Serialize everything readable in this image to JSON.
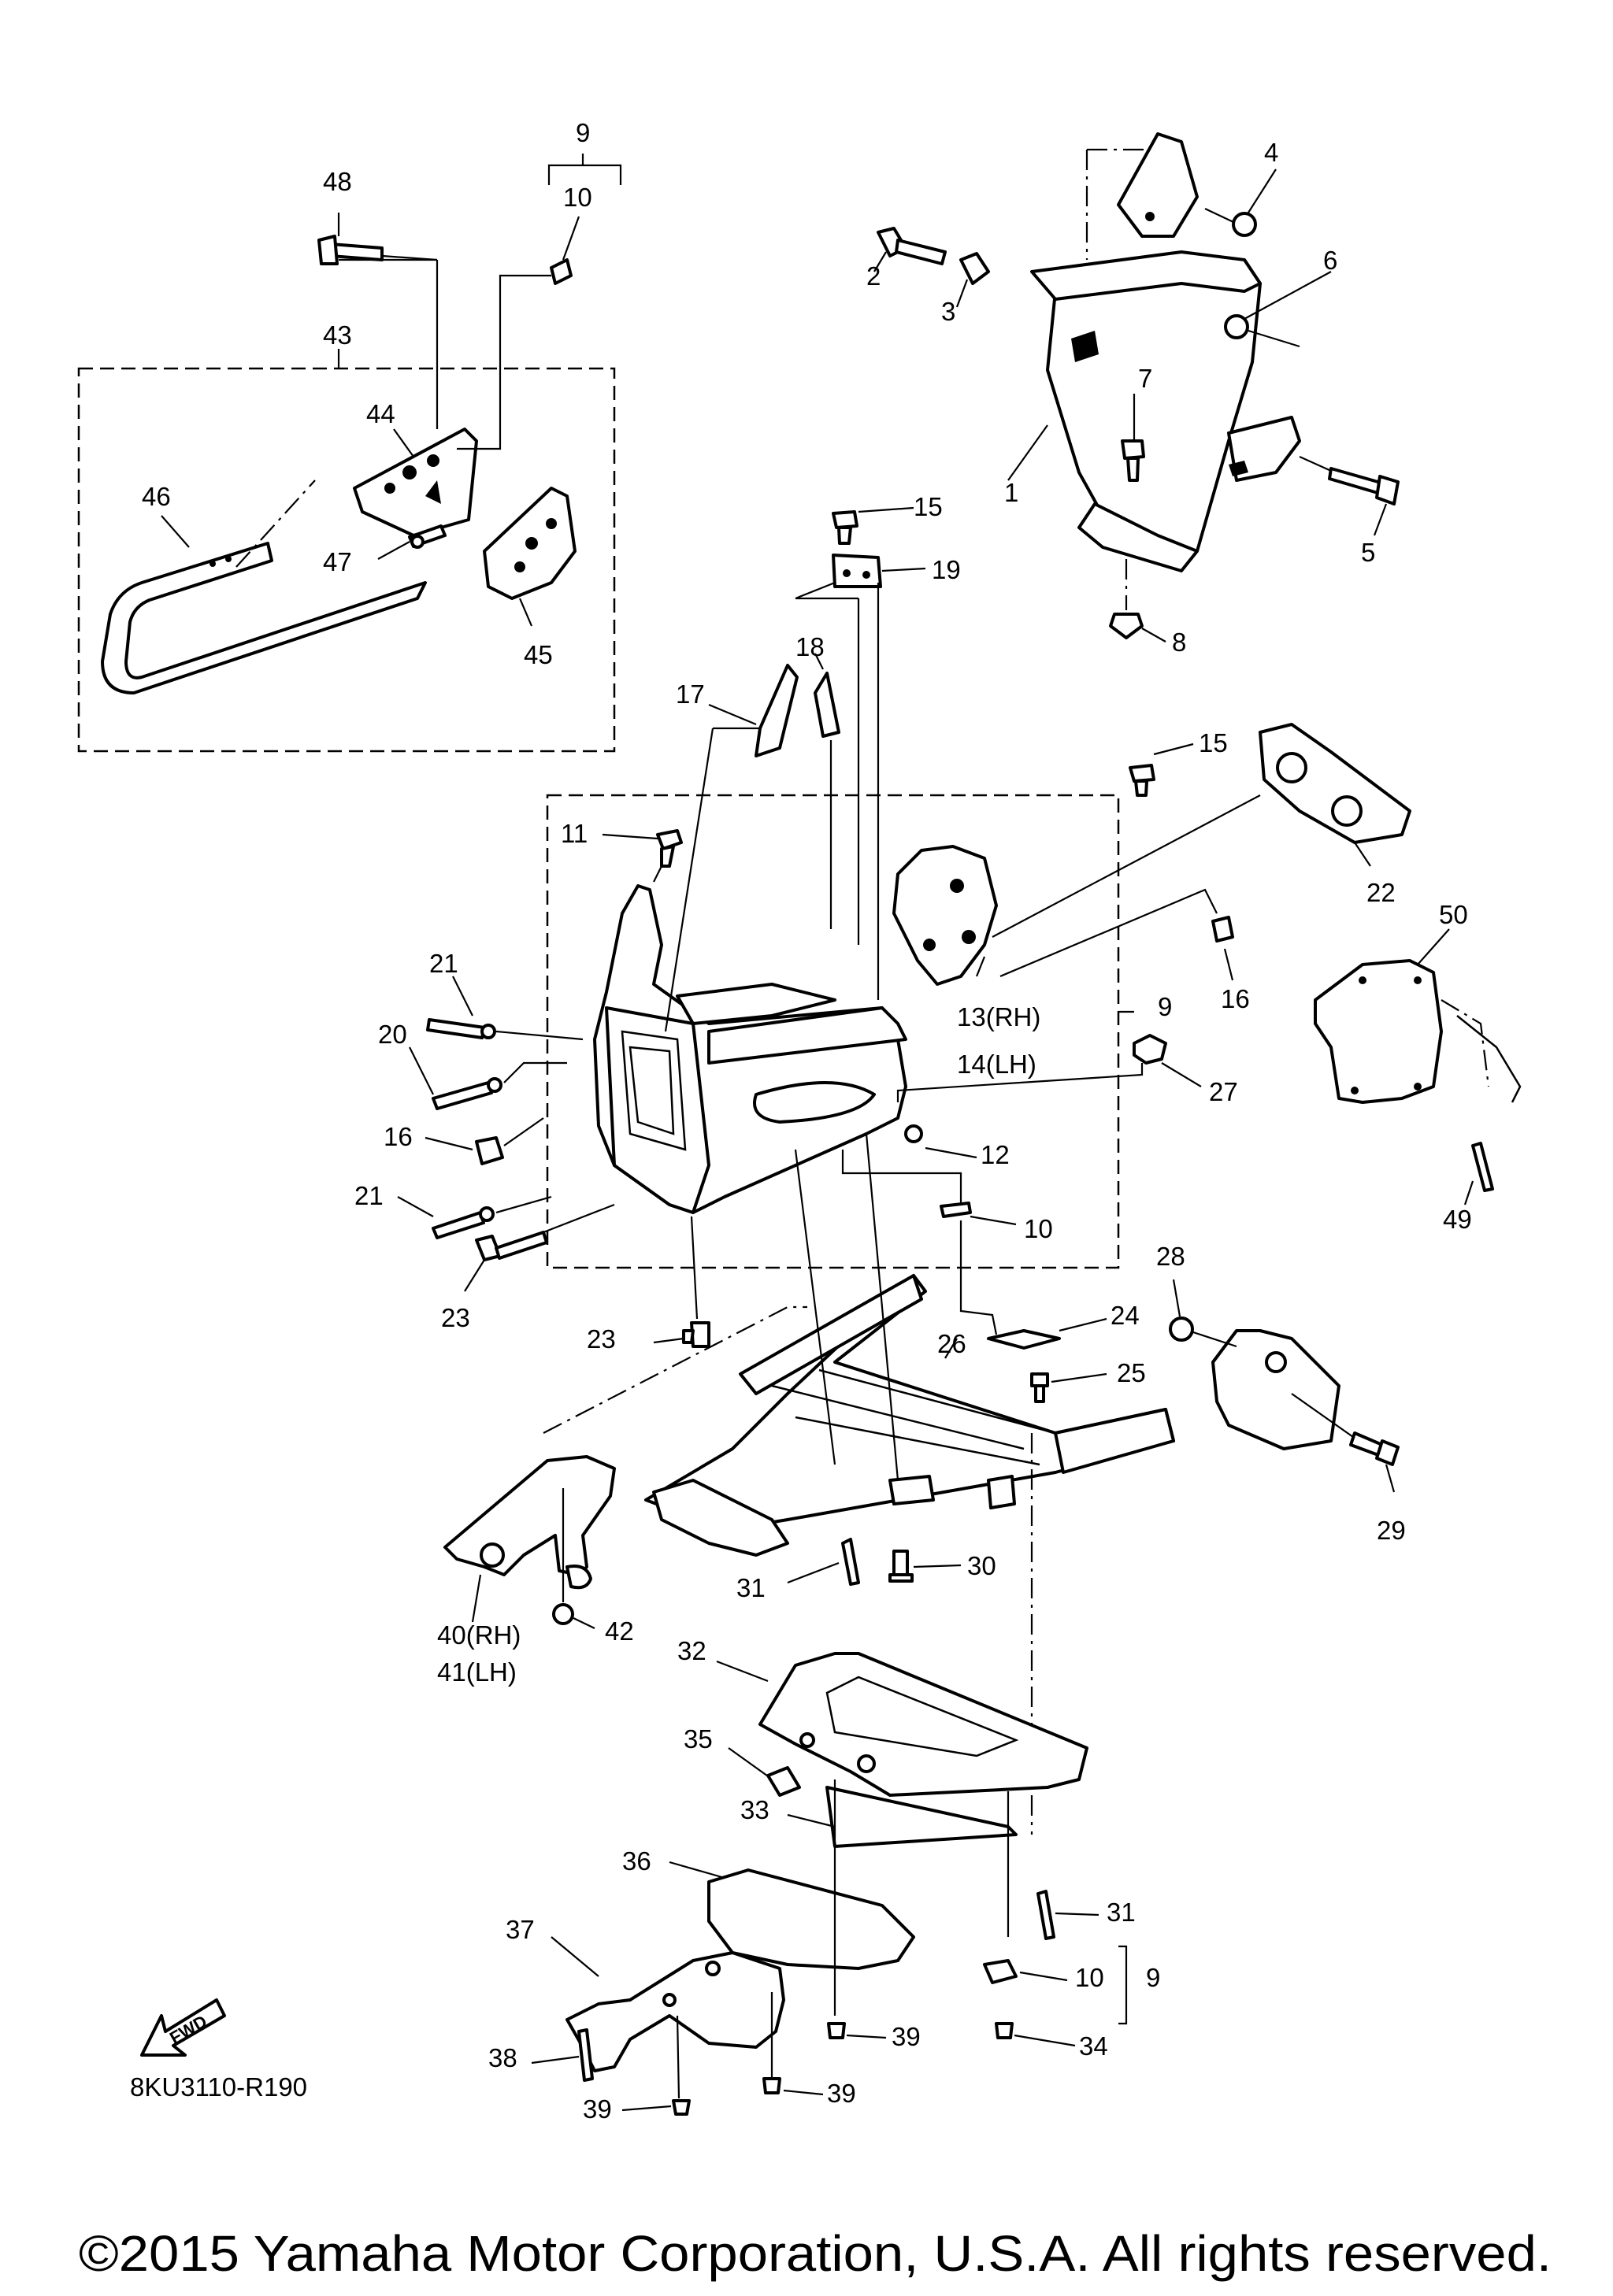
{
  "diagram_code": "8KU3110-R190",
  "copyright": "©2015 Yamaha Motor Corporation, U.S.A. All rights reserved.",
  "fwd_label": "FWD",
  "callouts": {
    "c1": "1",
    "c2": "2",
    "c3": "3",
    "c4": "4",
    "c5": "5",
    "c6": "6",
    "c7": "7",
    "c8": "8",
    "c9a": "9",
    "c10a": "10",
    "c9b": "9",
    "c9c": "9",
    "c10b": "10",
    "c10c": "10",
    "c11": "11",
    "c12": "12",
    "c13": "13(RH)",
    "c14": "14(LH)",
    "c15a": "15",
    "c15b": "15",
    "c16a": "16",
    "c16b": "16",
    "c17": "17",
    "c18": "18",
    "c19": "19",
    "c20": "20",
    "c21a": "21",
    "c21b": "21",
    "c22": "22",
    "c23a": "23",
    "c23b": "23",
    "c24": "24",
    "c25": "25",
    "c26": "26",
    "c27": "27",
    "c28": "28",
    "c29": "29",
    "c30": "30",
    "c31a": "31",
    "c31b": "31",
    "c32": "32",
    "c33": "33",
    "c34": "34",
    "c35": "35",
    "c36": "36",
    "c37": "37",
    "c38": "38",
    "c39a": "39",
    "c39b": "39",
    "c39c": "39",
    "c40": "40(RH)",
    "c41": "41(LH)",
    "c42": "42",
    "c43": "43",
    "c44": "44",
    "c45": "45",
    "c46": "46",
    "c47": "47",
    "c48": "48",
    "c49": "49",
    "c50": "50"
  }
}
